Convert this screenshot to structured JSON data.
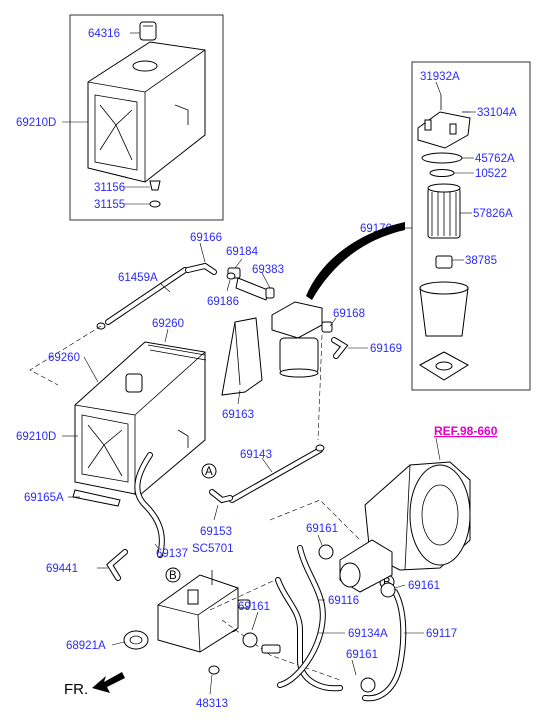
{
  "labels": {
    "p64316": "64316",
    "p69210d_top": "69210D",
    "p31156": "31156",
    "p31155": "31155",
    "p31932a": "31932A",
    "p33104a": "33104A",
    "p45762a": "45762A",
    "p10522": "10522",
    "p57826a": "57826A",
    "p69170": "69170",
    "p38785": "38785",
    "p69166": "69166",
    "p69184": "69184",
    "p61459a": "61459A",
    "p69383": "69383",
    "p69186": "69186",
    "p69260_a": "69260",
    "p69260_b": "69260",
    "p69168": "69168",
    "p69169": "69169",
    "p69163": "69163",
    "p69210d_bottom": "69210D",
    "p69143": "69143",
    "p69165a": "69165A",
    "p69153": "69153",
    "p69137": "69137",
    "psc5701": "SC5701",
    "p69441": "69441",
    "p69161_a": "69161",
    "p69161_b": "69161",
    "p69161_c": "69161",
    "p69161_d": "69161",
    "p69116": "69116",
    "p69134a": "69134A",
    "p69117": "69117",
    "p68921a": "68921A",
    "p48313": "48313"
  },
  "callouts": {
    "a1": "A",
    "a2": "A",
    "b1": "B",
    "b2": "B"
  },
  "reference": "REF.98-660",
  "front_label": "FR.",
  "colors": {
    "part_number": "#2a2aff",
    "reference": "#e000c8",
    "lines": "#000000"
  }
}
